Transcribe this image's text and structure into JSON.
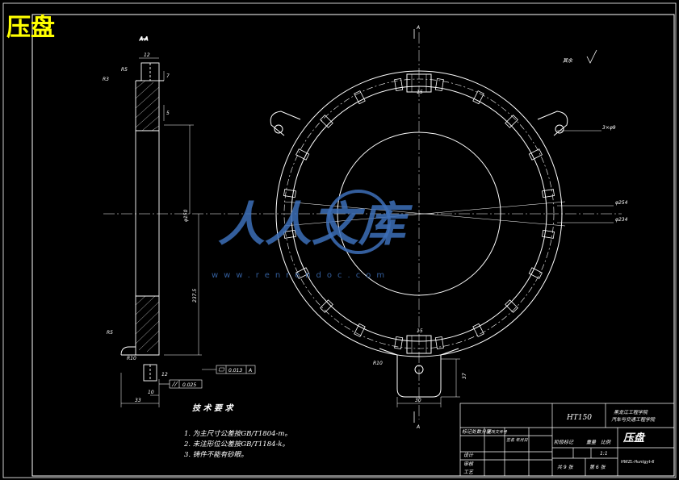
{
  "sheet_title": "压盘",
  "section_label": "A-A",
  "view_label_top": "A",
  "view_label_bottom": "A",
  "roughness_other": "其余",
  "dims": {
    "r5_top": "R5",
    "r3": "R3",
    "d12": "12",
    "d7": "7",
    "d5": "5",
    "dia150": "φ150",
    "d237": "237.5",
    "r5_bot": "R5",
    "r10_sec": "R10",
    "d12b": "12",
    "d33": "33",
    "d10": "10",
    "d15_top": "15",
    "d15_bot": "15",
    "holes": "3×φ9",
    "dia254_a": "φ254",
    "dia234": "φ234",
    "r10_lug": "R10",
    "d30": "30",
    "d37": "37"
  },
  "tolerances": {
    "flatness_value": "0.013",
    "flatness_datum": "A",
    "parallel_value": "0.025",
    "datum_letter": "A"
  },
  "technical_requirements": {
    "heading": "技 术 要 求",
    "items": [
      "1. 为主尺寸公差按GB/T1804-m。",
      "2. 未注形位公差按GB/T1184-k。",
      "3. 铸件不能有砂眼。"
    ]
  },
  "title_block": {
    "material": "HT150",
    "school_line1": "黑龙江工程学院",
    "school_line2": "汽车与交通工程学院",
    "part_name": "压盘",
    "row_labels": [
      "标记处数分区",
      "设计",
      "审核",
      "工艺"
    ],
    "cell_signature": "更改文件号",
    "cell_sign": "签名 年月日",
    "cell_stage": "阶段标记",
    "cell_weight": "重量",
    "cell_scale": "比例",
    "scale_value": "1:1",
    "sheet_total": "共 9 张",
    "sheet_no": "第 6 张",
    "drawing_no": "HWZL-Huntgyt-6"
  },
  "watermark": {
    "text": "人人文库",
    "url": "www.renrendoc.com"
  }
}
